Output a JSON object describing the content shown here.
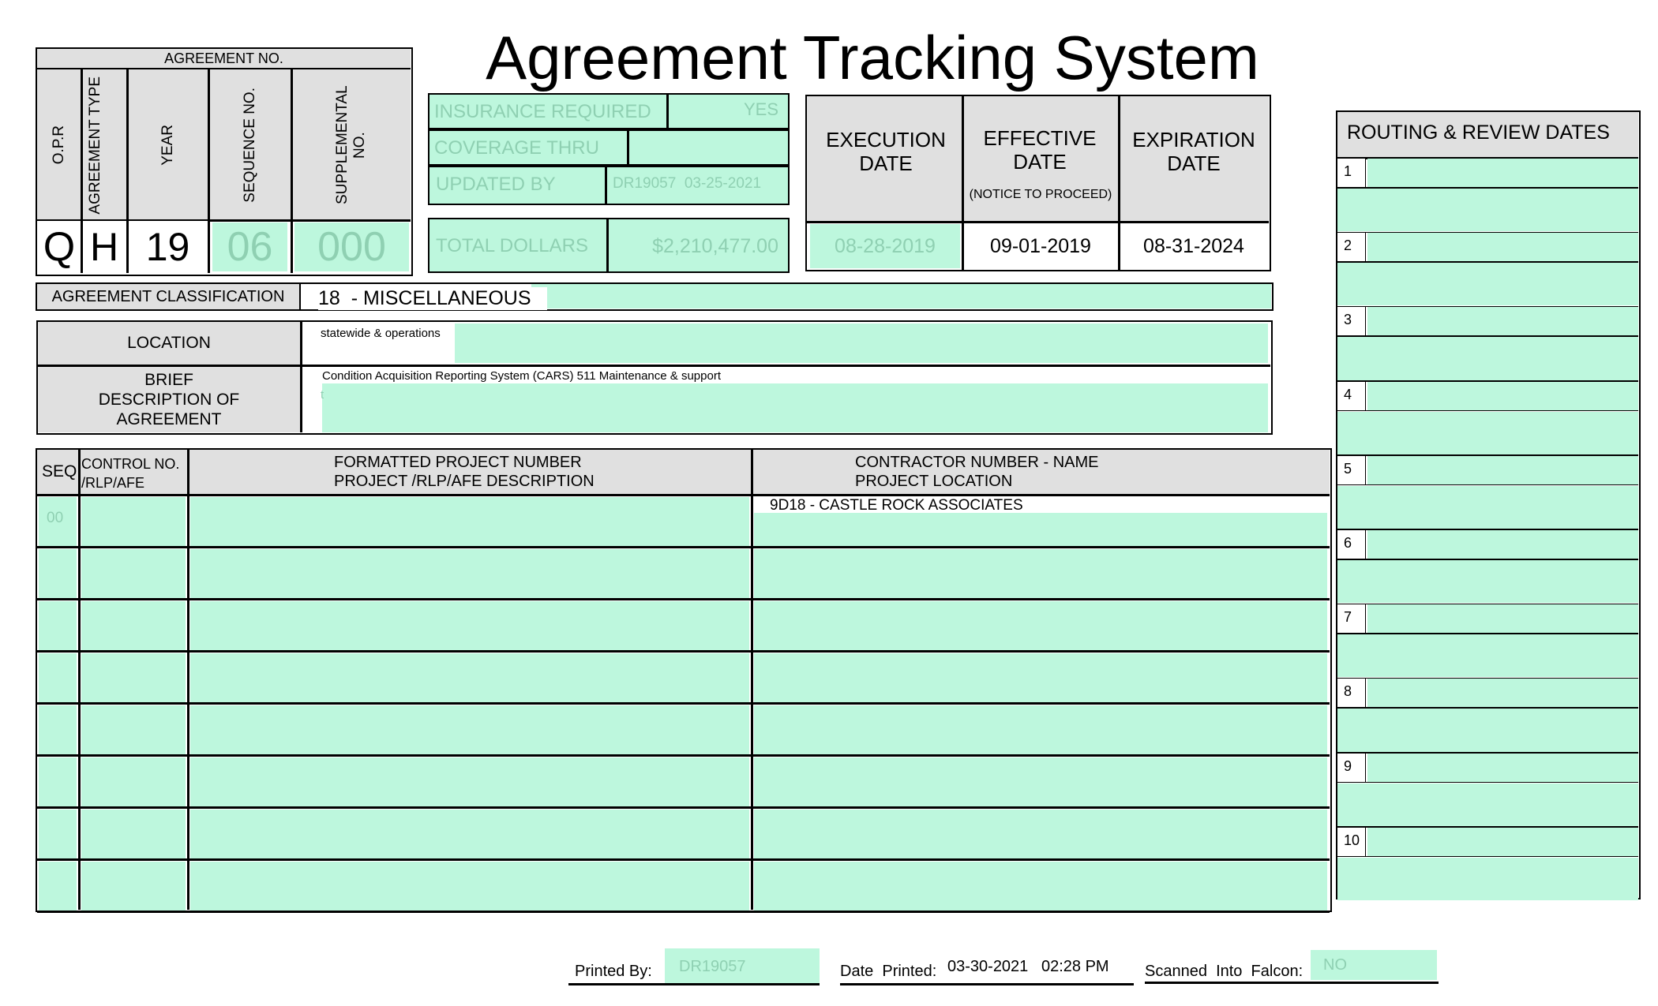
{
  "title": "Agreement Tracking System",
  "agreement_no": {
    "header": "AGREEMENT NO.",
    "columns": [
      {
        "label": "O.P.R",
        "value": "Q"
      },
      {
        "label": "AGREEMENT TYPE",
        "value": "H"
      },
      {
        "label": "YEAR",
        "value": "19"
      },
      {
        "label": "SEQUENCE NO.",
        "value": "06"
      },
      {
        "label": "SUPPLEMENTAL NO.",
        "value": "000"
      }
    ]
  },
  "insurance": {
    "insurance_required_label": "INSURANCE REQUIRED",
    "insurance_required_value": "YES",
    "coverage_thru_label": "COVERAGE THRU",
    "coverage_thru_value": "",
    "updated_by_label": "UPDATED BY",
    "updated_by_value": "DR19057  03-25-2021",
    "total_dollars_label": "TOTAL DOLLARS",
    "total_dollars_value": "$2,210,477.00"
  },
  "dates": {
    "execution_label": "EXECUTION DATE",
    "execution_value": "08-28-2019",
    "effective_label": "EFFECTIVE DATE",
    "effective_note": "(NOTICE TO PROCEED)",
    "effective_value": "09-01-2019",
    "expiration_label": "EXPIRATION DATE",
    "expiration_value": "08-31-2024"
  },
  "classification": {
    "label": "AGREEMENT  CLASSIFICATION",
    "value": "18  - MISCELLANEOUS"
  },
  "location": {
    "label": "LOCATION",
    "value": "statewide & operations"
  },
  "description": {
    "label": "BRIEF DESCRIPTION OF AGREEMENT",
    "value": "Condition Acquisition Reporting System (CARS) 511 Maintenance & support"
  },
  "projects": {
    "headers": {
      "seq": "SEQ",
      "control": "CONTROL NO. /RLP/AFE",
      "project": "FORMATTED PROJECT NUMBER PROJECT /RLP/AFE DESCRIPTION",
      "contractor": "CONTRACTOR NUMBER -  NAME PROJECT LOCATION"
    },
    "rows": [
      {
        "seq": "00",
        "control": "",
        "project": "",
        "contractor": "9D18 - CASTLE ROCK ASSOCIATES"
      },
      {
        "seq": "",
        "control": "",
        "project": "",
        "contractor": ""
      },
      {
        "seq": "",
        "control": "",
        "project": "",
        "contractor": ""
      },
      {
        "seq": "",
        "control": "",
        "project": "",
        "contractor": ""
      },
      {
        "seq": "",
        "control": "",
        "project": "",
        "contractor": ""
      },
      {
        "seq": "",
        "control": "",
        "project": "",
        "contractor": ""
      },
      {
        "seq": "",
        "control": "",
        "project": "",
        "contractor": ""
      },
      {
        "seq": "",
        "control": "",
        "project": "",
        "contractor": ""
      }
    ]
  },
  "routing": {
    "title": "ROUTING & REVIEW DATES",
    "items": [
      "1",
      "2",
      "3",
      "4",
      "5",
      "6",
      "7",
      "8",
      "9",
      "10"
    ]
  },
  "footer": {
    "printed_by_label": "Printed By:",
    "printed_by_value": "DR19057",
    "date_printed_label": "Date  Printed:",
    "date_printed_value": "03-30-2021   02:28 PM",
    "scanned_label": "Scanned  Into  Falcon:",
    "scanned_value": "NO"
  },
  "colors": {
    "field_fill": "#bdf7dd",
    "label_fill": "#e0e0e0",
    "faded_text": "#8fd0b2"
  }
}
